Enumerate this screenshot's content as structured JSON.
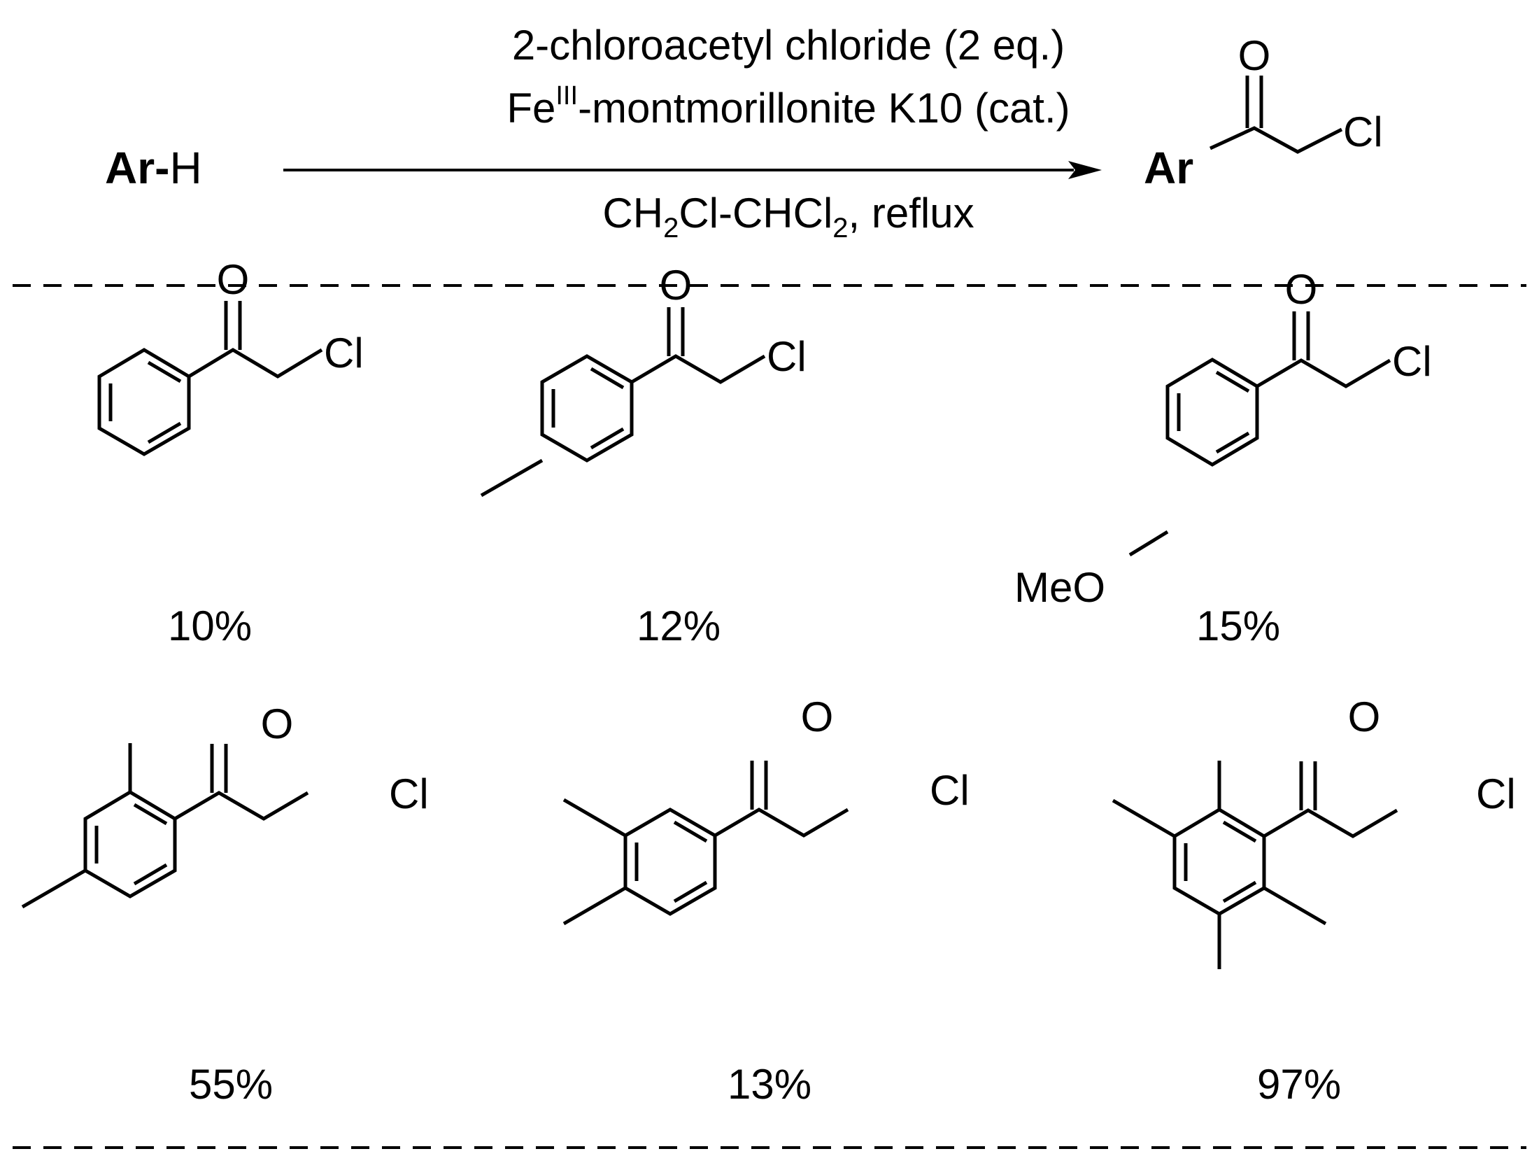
{
  "scheme": {
    "reactant": {
      "bold": "Ar",
      "dash": "-",
      "rest": "H"
    },
    "reagents": {
      "line1": "2-chloroacetyl chloride (2 eq.)",
      "line2_prefix": "Fe",
      "line2_sup": "III",
      "line2_suffix": "-montmorillonite K10 (cat.)",
      "solvent_parts": [
        "CH",
        "2",
        "Cl-CHCl",
        "2",
        ", reflux"
      ]
    },
    "product": {
      "ar": "Ar",
      "o": "O",
      "cl": "Cl"
    }
  },
  "compounds": [
    {
      "o": "O",
      "cl": "Cl",
      "yield": "10%"
    },
    {
      "o": "O",
      "cl": "Cl",
      "yield": "12%"
    },
    {
      "o": "O",
      "cl": "Cl",
      "meo": "MeO",
      "yield": "15%"
    },
    {
      "o": "O",
      "cl": "Cl",
      "yield": "55%"
    },
    {
      "o": "O",
      "cl": "Cl",
      "yield": "13%"
    },
    {
      "o": "O",
      "cl": "Cl",
      "yield": "97%"
    }
  ]
}
